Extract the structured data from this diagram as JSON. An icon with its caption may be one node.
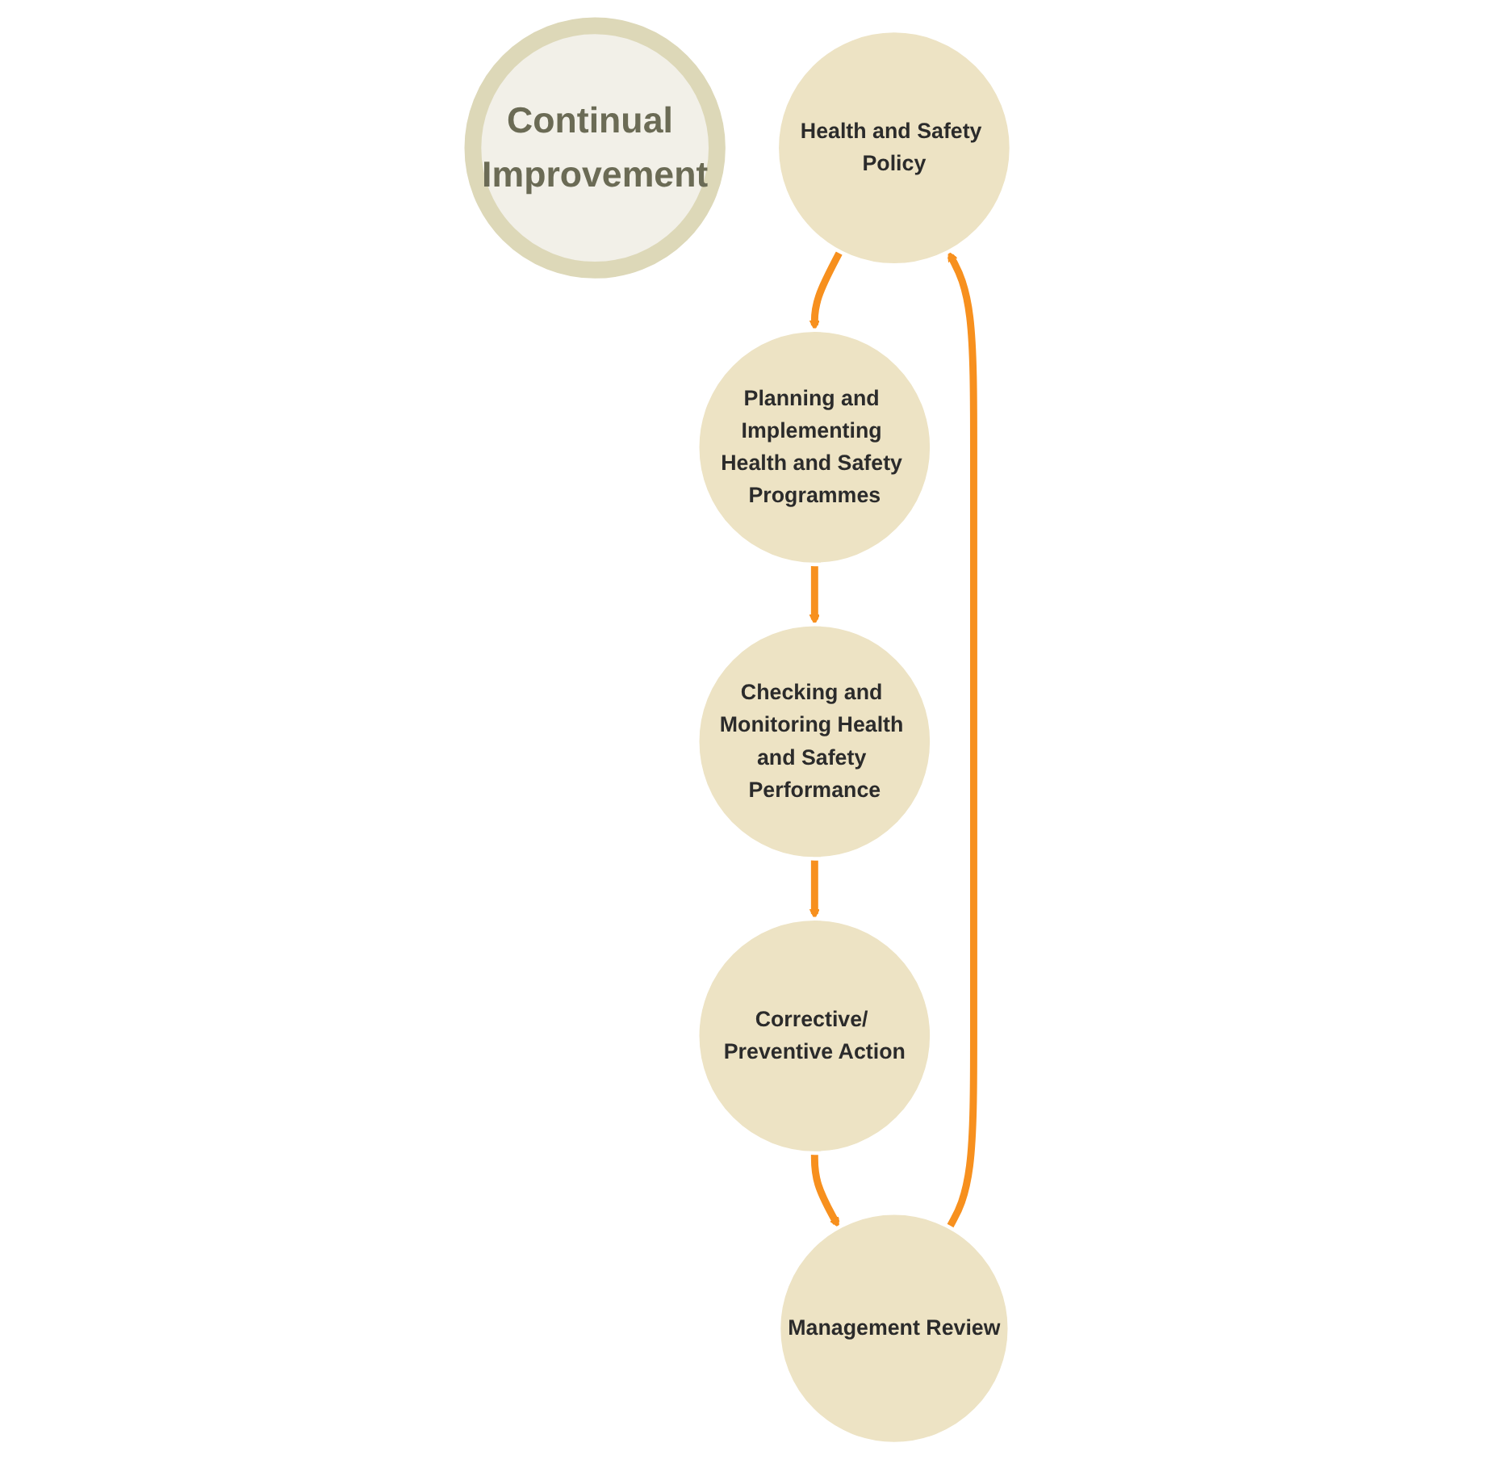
{
  "diagram": {
    "nodes": [
      {
        "text": [
          "Continual Improvement"
        ]
      },
      {
        "text": [
          "Health and Safety Policy"
        ]
      },
      {
        "text": [
          "Planning and Implementing Health and Safety Programmes"
        ]
      },
      {
        "text": [
          "Checking and Monitoring Health and Safety Performance"
        ]
      },
      {
        "text": [
          "Corrective/ Preventive Action"
        ]
      },
      {
        "text": [
          "Management Review"
        ]
      }
    ],
    "edges": [
      {
        "from": 1,
        "to": 2,
        "arrow": "to"
      },
      {
        "from": 2,
        "to": 3,
        "arrow": "to"
      },
      {
        "from": 3,
        "to": 4,
        "arrow": "to"
      },
      {
        "from": 4,
        "to": 5,
        "arrow": "to"
      },
      {
        "from": 5,
        "to": 1,
        "arrow": "to"
      }
    ]
  }
}
